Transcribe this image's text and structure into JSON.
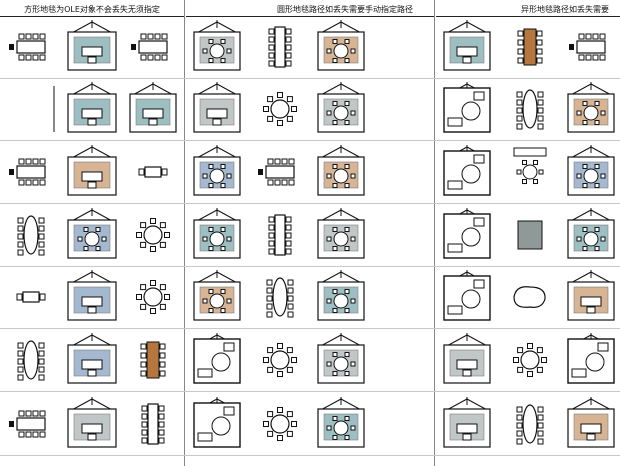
{
  "headers": [
    "方形地毯为OLE对象不会丢失无须指定",
    "圆形地毯路径如丢失需要手动指定路径",
    "异形地毯路径如丢失需要"
  ],
  "grid": {
    "rows": 7,
    "columns_per_section": 3,
    "sections": 3
  },
  "colors": {
    "line": "#111111",
    "carpet_wood": "#b5773e",
    "carpet_blue": "#5a7fa8",
    "carpet_grey": "#8f9a98",
    "carpet_teal": "#4f8c8f"
  },
  "cell_types": [
    [
      "table-rect",
      "room-carpet",
      "table-rect",
      "room-fan",
      "table-tall",
      "room-chairs-round",
      "room-carpet",
      "table-wood",
      "table-rect"
    ],
    [
      "table-empty",
      "room-carpet",
      "room-carpet",
      "room-carpet",
      "table-round",
      "room-chairs-round",
      "room-plan",
      "table-oval",
      "room-fan"
    ],
    [
      "table-rect",
      "room-carpet",
      "table-small",
      "room-fan",
      "table-rect",
      "room-fan",
      "room-plan",
      "table-round-chairs",
      "room-fan"
    ],
    [
      "table-oval",
      "room-fan",
      "table-round",
      "room-fan",
      "table-tall",
      "room-fan",
      "room-plan",
      "table-grey",
      "room-fan"
    ],
    [
      "table-small",
      "room-carpet",
      "table-round",
      "room-fan",
      "table-oval",
      "room-chairs-round",
      "room-plan",
      "table-blob",
      "room-carpet"
    ],
    [
      "table-oval",
      "room-carpet",
      "table-wood",
      "room-plan",
      "table-round",
      "room-chairs-round",
      "room-carpet",
      "table-round",
      "room-plan"
    ],
    [
      "table-rect",
      "room-carpet",
      "table-tall",
      "room-plan",
      "table-round",
      "room-chairs-round",
      "room-carpet",
      "table-oval",
      "room-carpet"
    ]
  ]
}
